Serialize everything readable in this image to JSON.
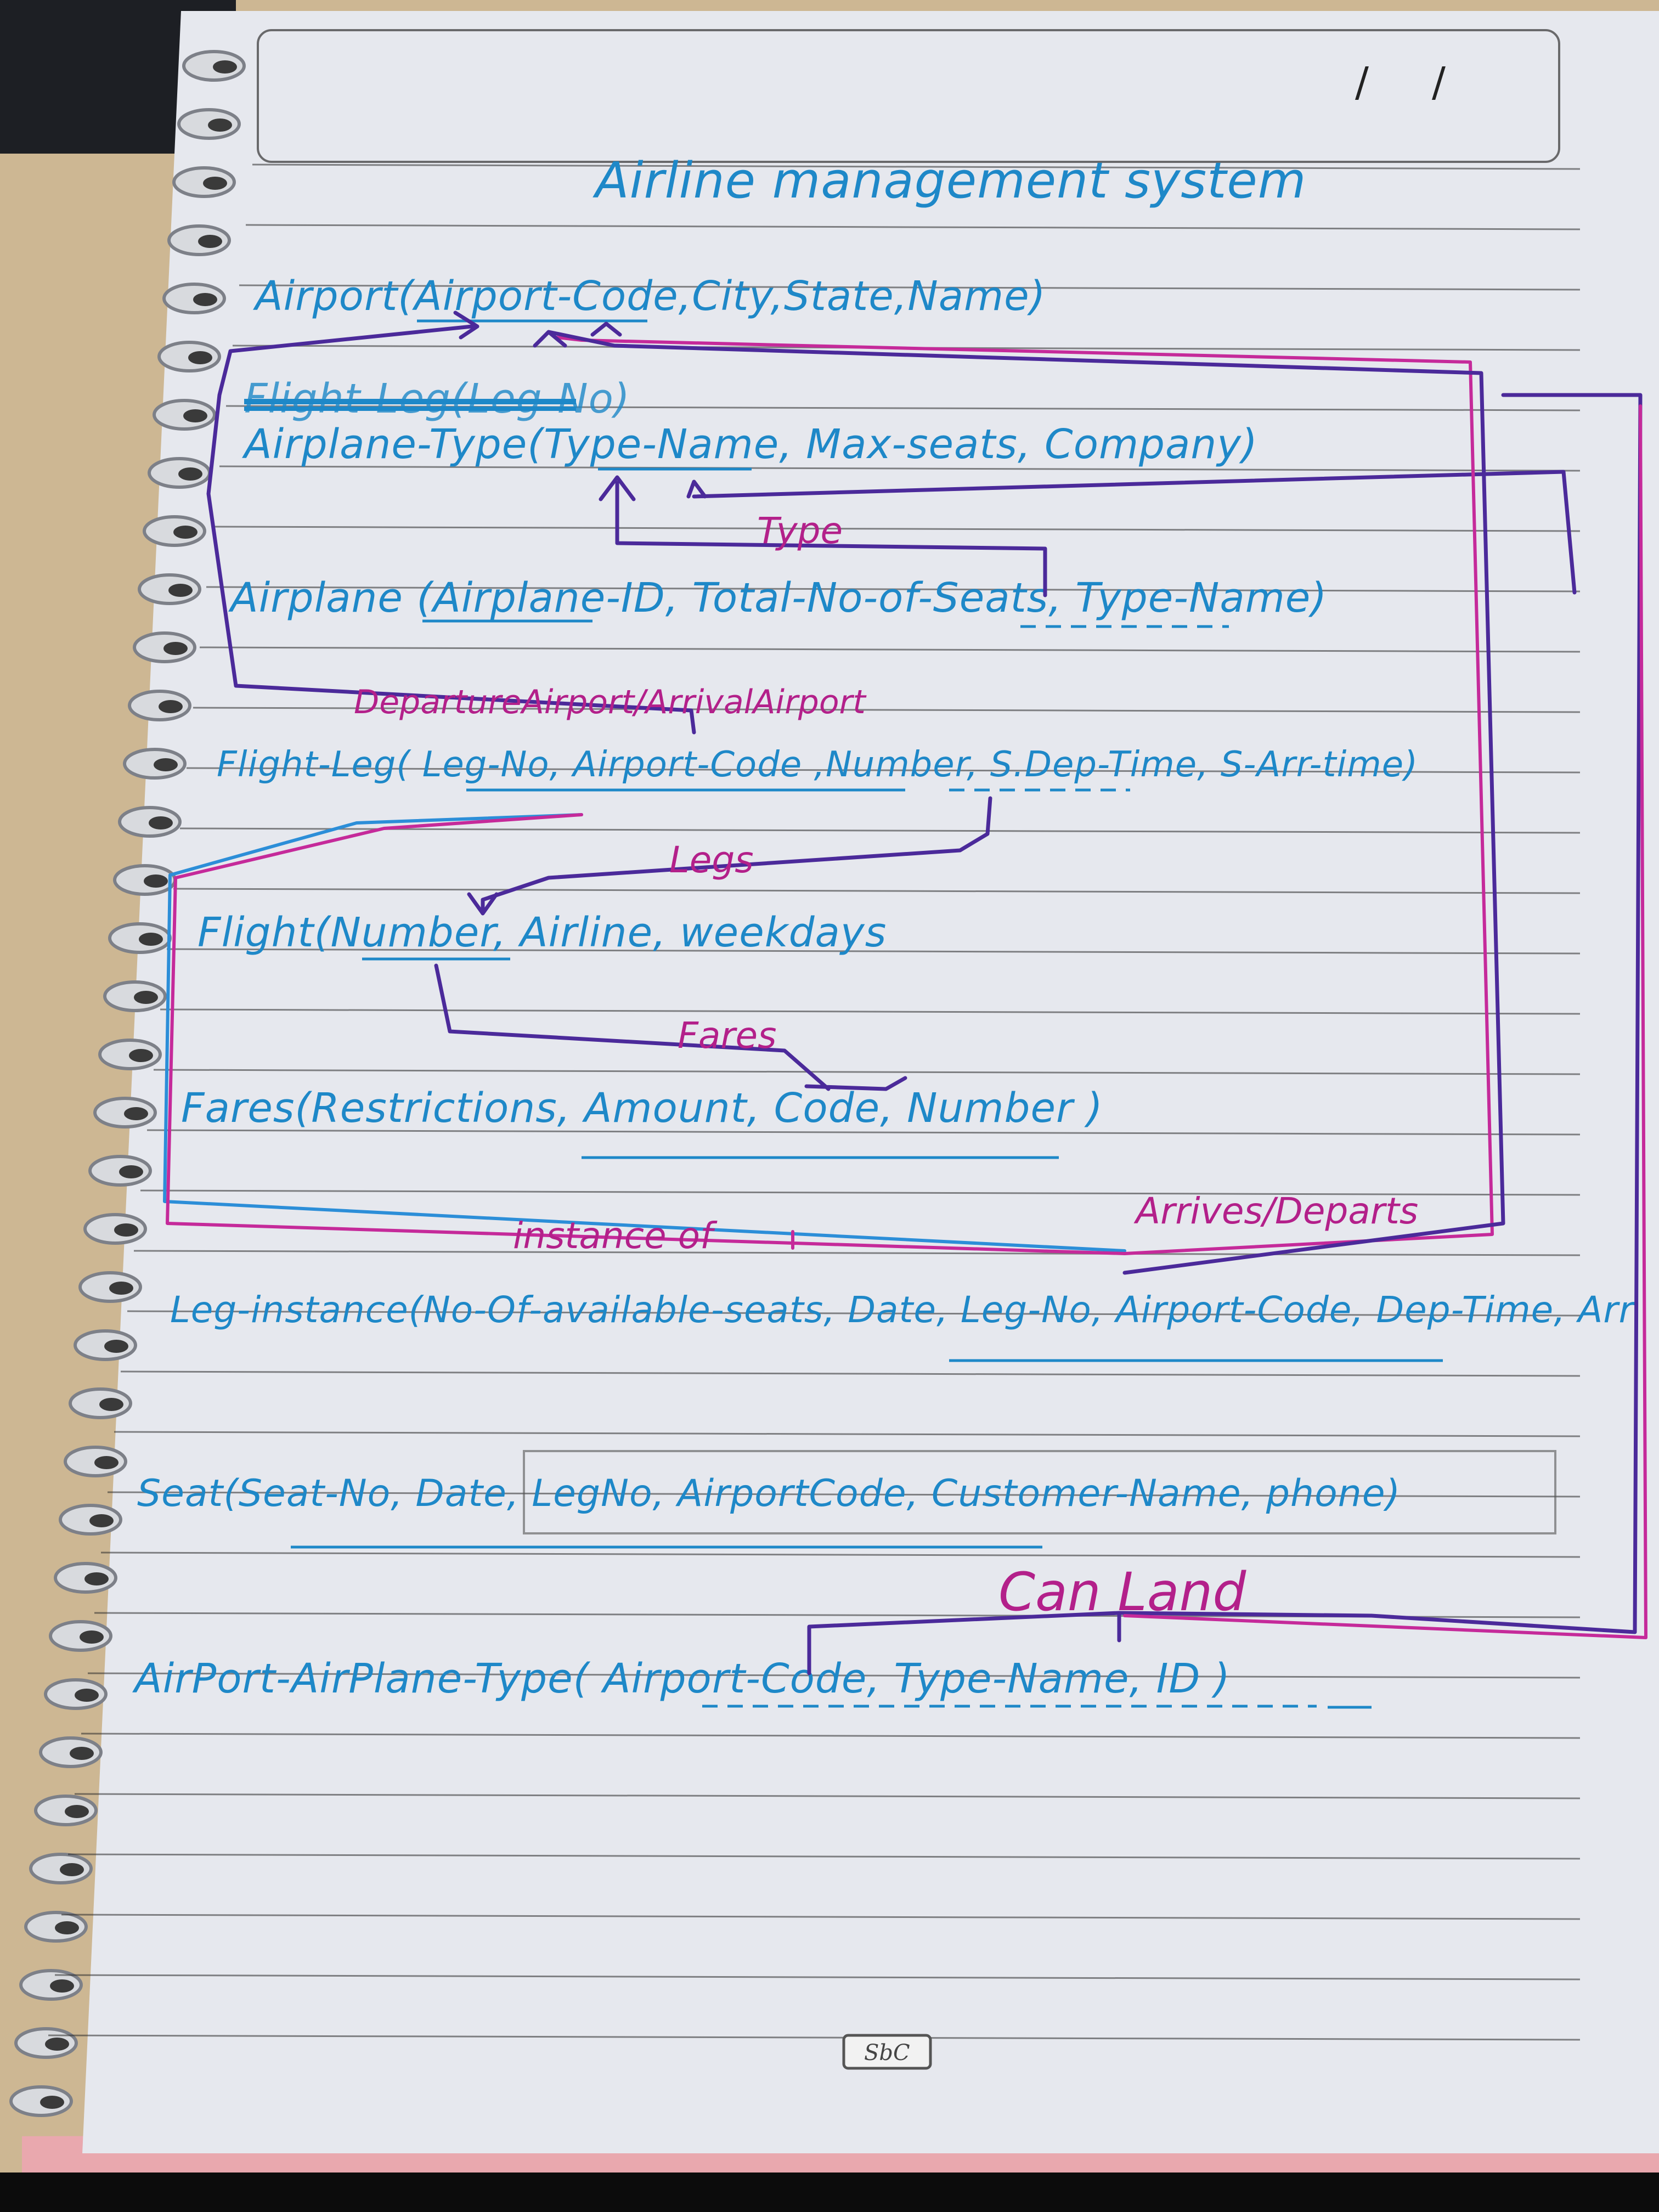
{
  "header": {
    "date_slashes": [
      "/",
      "/"
    ]
  },
  "title": "Airline management system",
  "relations": {
    "airport": "Airport(Airport-Code,City,State,Name)",
    "struck": "Flight-Leg(Leg-No)",
    "airplane_type": "Airplane-Type(Type-Name, Max-seats, Company)",
    "airplane": "Airplane (Airplane-ID, Total-No-of-Seats, Type-Name)",
    "flight_leg": "Flight-Leg( Leg-No, Airport-Code  ,Number, S.Dep-Time, S-Arr-time)",
    "flight": "Flight(Number, Airline, weekdays",
    "fares": "Fares(Restrictions, Amount, Code, Number )",
    "leg_instance": "Leg-instance(No-Of-available-seats, Date, Leg-No, Airport-Code, Dep-Time, Arr",
    "seat": "Seat(Seat-No, Date, LegNo, AirportCode, Customer-Name, phone)",
    "airport_airplane_type": "AirPort-AirPlane-Type( Airport-Code, Type-Name, ID )"
  },
  "relationships": {
    "type": "Type",
    "departure_arrival": "DepartureAirport/ArrivalAirport",
    "legs": "Legs",
    "fares": "Fares",
    "instance_of": "instance of",
    "arrives_departs": "Arrives/Departs",
    "can_land": "Can Land"
  },
  "brand": "SbC",
  "colors": {
    "ink_blue": "#1e88c8",
    "ink_purple": "#4b2a9a",
    "ink_pink": "#c52a9a",
    "paper": "#e6e8ee"
  }
}
